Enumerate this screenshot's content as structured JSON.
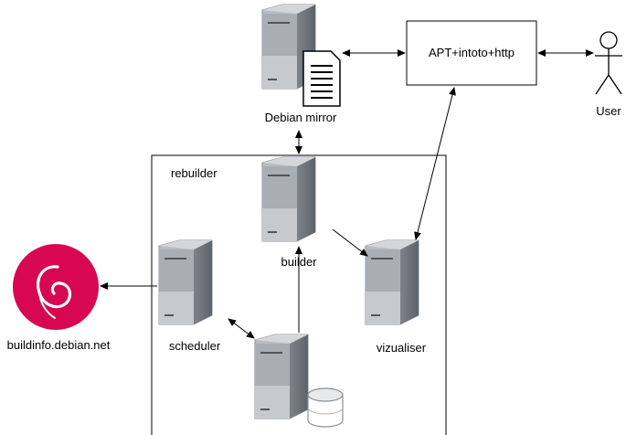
{
  "nodes": {
    "debian_mirror": "Debian mirror",
    "apt_box": "APT+intoto+http",
    "user": "User",
    "rebuilder_group": "rebuilder",
    "builder": "builder",
    "scheduler": "scheduler",
    "vizualiser": "vizualiser",
    "buildinfo": "buildinfo.debian.net"
  },
  "colors": {
    "debian_red": "#d70751",
    "server_light": "#c3c6cc",
    "server_mid": "#9da2aa",
    "server_dark": "#6c727a",
    "line": "#000000"
  },
  "icons": [
    "server-icon",
    "document-icon",
    "database-icon",
    "user-icon",
    "debian-logo-icon"
  ]
}
